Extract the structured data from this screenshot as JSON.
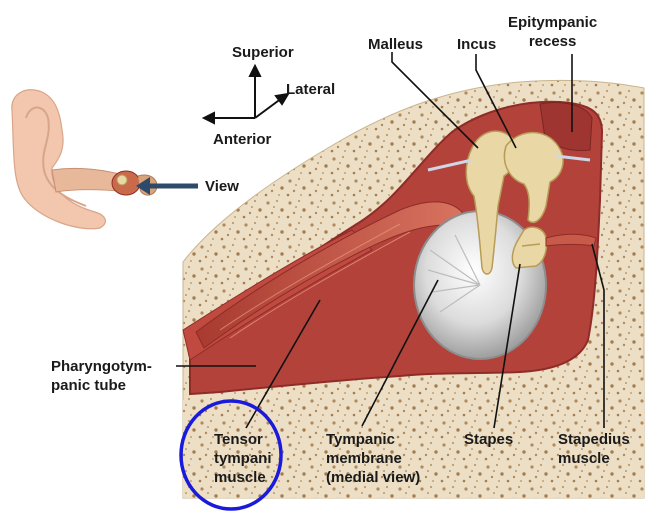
{
  "orientation": {
    "superior": "Superior",
    "lateral": "Lateral",
    "anterior": "Anterior"
  },
  "view_label": "View",
  "labels": {
    "malleus": "Malleus",
    "incus": "Incus",
    "epitympanic_recess": [
      "Epitympanic",
      "recess"
    ],
    "pharyngotympanic_tube": [
      "Pharyngotym-",
      "panic tube"
    ],
    "tensor_tympani": [
      "Tensor",
      "tympani",
      "muscle"
    ],
    "tympanic_membrane": [
      "Tympanic",
      "membrane",
      "(medial view)"
    ],
    "stapes": "Stapes",
    "stapedius_muscle": [
      "Stapedius",
      "muscle"
    ]
  },
  "colors": {
    "bone": "#eadcc2",
    "bone_speckle": "#b08a5c",
    "cavity": "#b3423b",
    "cavity_dark": "#8e2c28",
    "ossicle": "#e9d7a6",
    "ossicle_outline": "#b89b57",
    "muscle": "#c85a4a",
    "membrane": "#d8d8d8",
    "arrow_blue": "#2d4a6b",
    "highlight_circle": "#1a1adb",
    "skin": "#f2c7ad"
  }
}
